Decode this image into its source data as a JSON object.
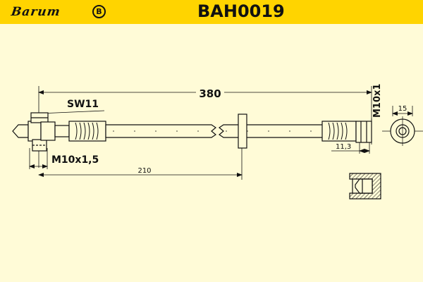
{
  "header": {
    "brand": "Barum",
    "brand_badge": "B",
    "part_number": "BAH0019",
    "background_color": "#ffd400"
  },
  "drawing": {
    "background_color": "#fffbd7",
    "total_length_label": "380",
    "wrench_size_label": "SW11",
    "thread_left_label": "M10x1,5",
    "thread_right_label": "M10x1",
    "offset_label": "210",
    "fitting_length_label": "11,3",
    "end_diameter_label": "15"
  }
}
